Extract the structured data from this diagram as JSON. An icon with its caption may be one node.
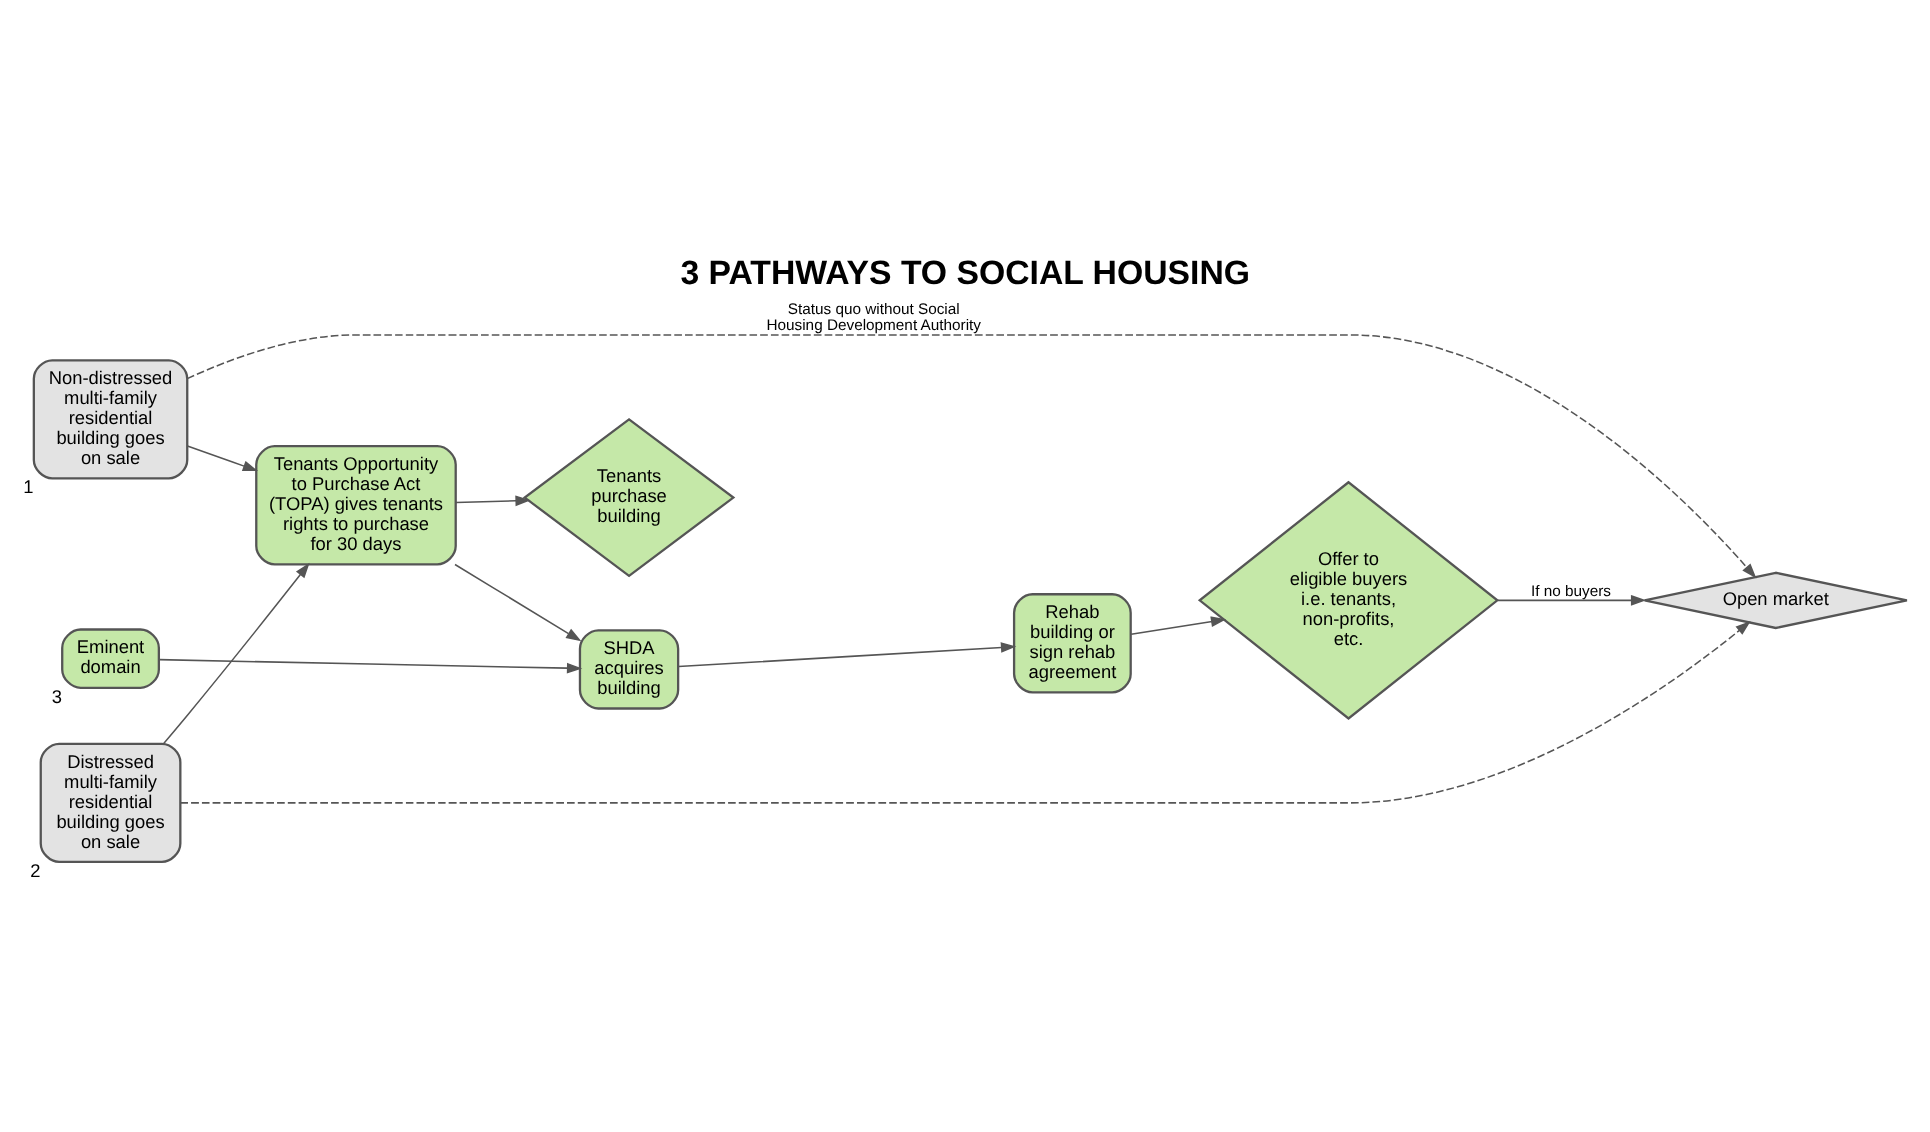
{
  "diagram": {
    "title": "3 PATHWAYS TO SOCIAL HOUSING",
    "nodes": [
      {
        "text": [
          "Non-distressed multi-family residential building goes on sale"
        ],
        "beside": [
          "1"
        ]
      },
      {
        "text": [
          "Tenants Opportunity to Purchase Act (TOPA) gives tenants rights to purchase for 30 days"
        ]
      },
      {
        "text": [
          "Tenants purchase building"
        ]
      },
      {
        "text": [
          "Distressed multi-family residential building goes on sale"
        ],
        "beside": [
          "2"
        ]
      },
      {
        "text": [
          "SHDA acquires building"
        ]
      },
      {
        "text": [
          "Rehab building or sign rehab agreement"
        ]
      },
      {
        "text": [
          "Offer to eligible buyers i.e. tenants, non-profits, etc."
        ]
      },
      {
        "text": [
          "Open market"
        ]
      },
      {
        "text": [
          "Eminent domain"
        ],
        "beside": [
          "3"
        ]
      }
    ],
    "edges": [
      {
        "from": 0,
        "to": 1,
        "arrow": "to"
      },
      {
        "from": 3,
        "to": 1,
        "arrow": "to"
      },
      {
        "from": 1,
        "to": 2,
        "arrow": "to"
      },
      {
        "from": 1,
        "to": 4,
        "arrow": "to"
      },
      {
        "from": 4,
        "to": 5,
        "arrow": "to"
      },
      {
        "from": 5,
        "to": 6,
        "arrow": "to"
      },
      {
        "from": 6,
        "to": 7,
        "arrow": "to",
        "label": "If no buyers"
      },
      {
        "from": 0,
        "to": 7,
        "arrow": "to",
        "style": "dashed",
        "label": "Status quo without Social Housing Development Authority"
      },
      {
        "from": 3,
        "to": 7,
        "arrow": "to",
        "style": "dashed"
      },
      {
        "from": 8,
        "to": 4,
        "arrow": "to"
      }
    ]
  }
}
